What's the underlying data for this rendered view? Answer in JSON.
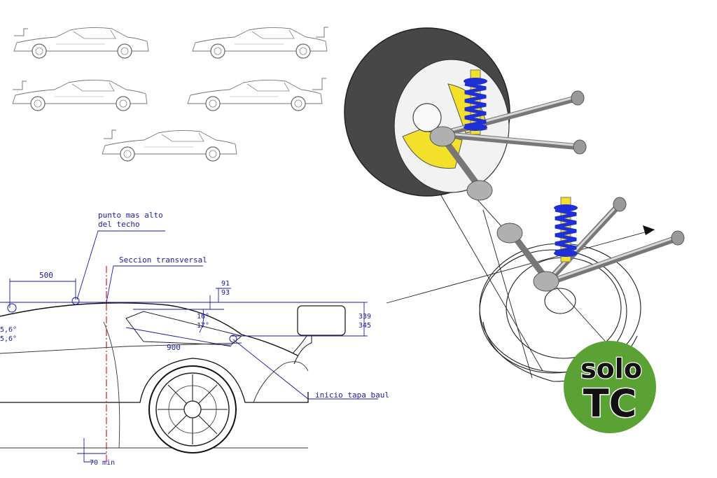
{
  "annotations": {
    "punto_1": "punto mas alto",
    "punto_2": "del techo",
    "seccion": "Seccion transversal",
    "dim_500": "500",
    "dim_91": "91",
    "dim_93": "93",
    "dim_339": "339",
    "dim_345": "345",
    "ang_16": "16°",
    "ang_17": "17°",
    "ang_l1": "5,6°",
    "ang_l2": "5,6°",
    "dim_900": "900",
    "inicio": "inicio tapa baul",
    "min70": "70 min"
  },
  "logo": {
    "line1": "solo",
    "line2": "TC",
    "bg": "#5aa233"
  },
  "colors": {
    "cad_blue": "#1a1aa8",
    "axis_red": "#d0202a",
    "spring_blue": "#1f2fd8",
    "damper_yellow": "#f2e02a",
    "tire": "#474747"
  }
}
